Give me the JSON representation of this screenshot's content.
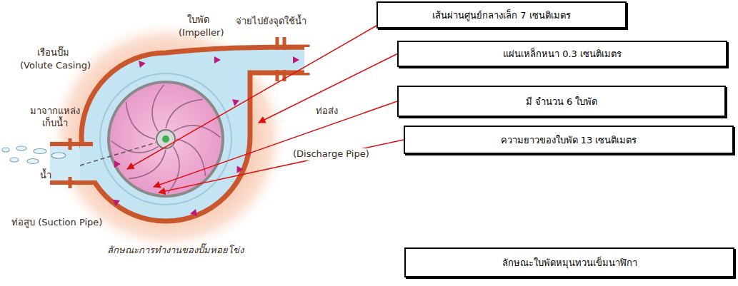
{
  "diagram": {
    "caption": "ลักษณะการทำงานของปั๊มหอยโข่ง",
    "nodes": [
      {
        "text": [
          "เส้นผ่านศูนย์กลางเล็ก  7 เซนติเมตร"
        ]
      },
      {
        "text": [
          "แผ่นเหล็กหนา 0.3 เซนติเมตร"
        ]
      },
      {
        "text": [
          "มี จำนวน 6 ใบพัด"
        ]
      },
      {
        "text": [
          "ความยาวของใบพัด 13 เซนติเมตร"
        ]
      },
      {
        "text": [
          "ลักษณะใบพัดหมุนทวนเข็มนาฬิกา"
        ]
      }
    ],
    "labels": [
      "ใบพัด",
      "(Impeller)",
      "เรือนปั๊ม",
      "(Volute Casing)",
      "จ่ายไปยังจุดใช้น้ำ",
      "มาจากแหล่ง เก็บน้ำ",
      "น้ำ",
      "ท่อส่ง",
      "(Discharge Pipe)",
      "ท่อสูบ (Suction Pipe)"
    ]
  }
}
